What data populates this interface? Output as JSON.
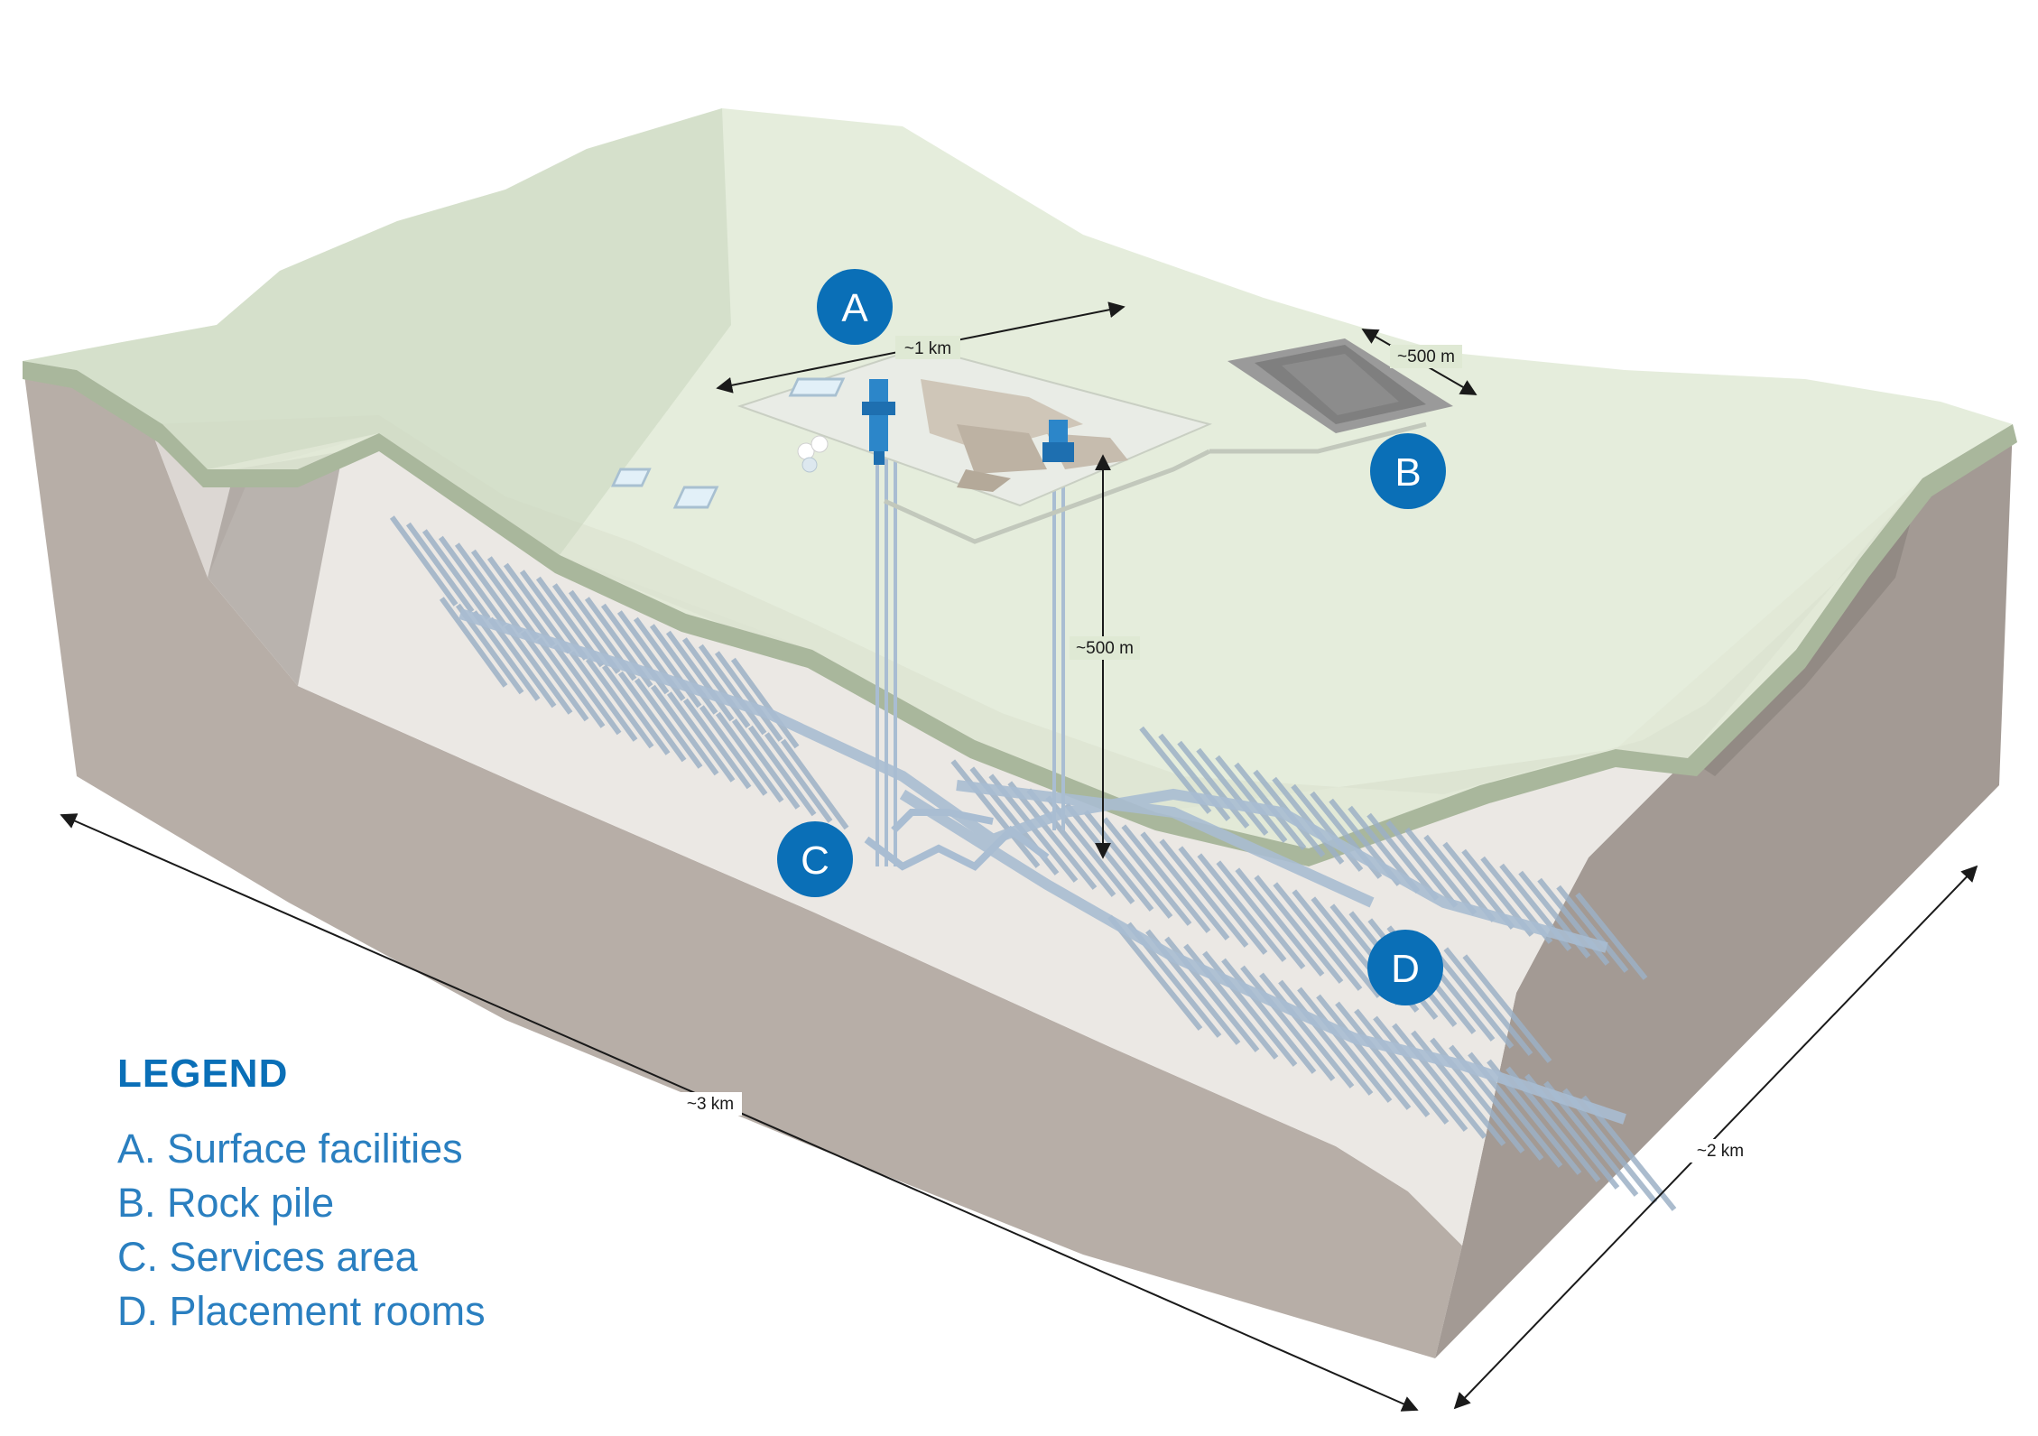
{
  "colors": {
    "accent": "#0a6fb7",
    "legend_text": "#2a7fc0",
    "surface": "#dfe9d4",
    "surface_edge": "#a6b49a",
    "rock_side": "#b5aca5",
    "rock_dark": "#8f8782",
    "interior": "#e9e6e2",
    "tunnel": "#9fb3c9"
  },
  "markers": [
    {
      "id": "A",
      "label": "A"
    },
    {
      "id": "B",
      "label": "B"
    },
    {
      "id": "C",
      "label": "C"
    },
    {
      "id": "D",
      "label": "D"
    }
  ],
  "dimensions": {
    "facility_width": "~1 km",
    "rockpile_width": "~500 m",
    "depth": "~500 m",
    "length": "~3 km",
    "width": "~2 km"
  },
  "legend": {
    "title": "LEGEND",
    "items": [
      "A. Surface facilities",
      "B. Rock pile",
      "C. Services area",
      "D. Placement rooms"
    ]
  }
}
